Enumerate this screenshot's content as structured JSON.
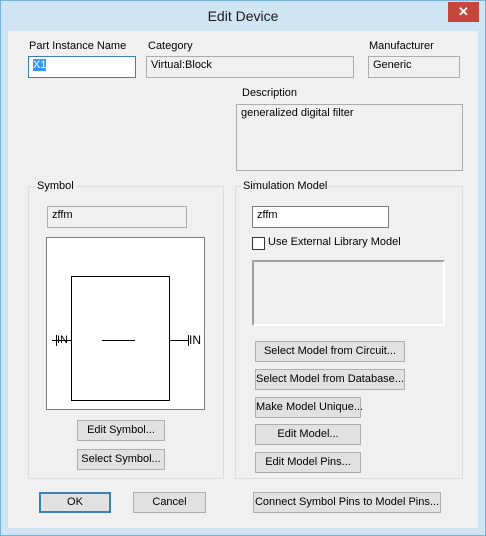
{
  "window": {
    "title": "Edit Device",
    "close_glyph": "✕"
  },
  "part_instance": {
    "label": "Part Instance Name",
    "value": "X1"
  },
  "category": {
    "label": "Category",
    "value": "Virtual:Block"
  },
  "manufacturer": {
    "label": "Manufacturer",
    "value": "Generic"
  },
  "description": {
    "label": "Description",
    "value": "generalized digital filter"
  },
  "symbol": {
    "group_label": "Symbol",
    "name": "zffm",
    "pin_left": "IN",
    "pin_right": "IN",
    "edit_button": "Edit Symbol...",
    "select_button": "Select Symbol..."
  },
  "simulation": {
    "group_label": "Simulation Model",
    "model_name": "zffm",
    "use_external_label": "Use External Library Model",
    "buttons": {
      "select_circuit": "Select Model from Circuit...",
      "select_database": "Select Model from Database...",
      "make_unique": "Make Model Unique...",
      "edit_model": "Edit Model...",
      "edit_pins": "Edit Model Pins..."
    }
  },
  "footer": {
    "ok": "OK",
    "cancel": "Cancel",
    "connect": "Connect Symbol Pins to Model Pins..."
  },
  "colors": {
    "title_bar": "#cfe5f4",
    "close_button": "#c7463c",
    "selection": "#3399ff"
  }
}
